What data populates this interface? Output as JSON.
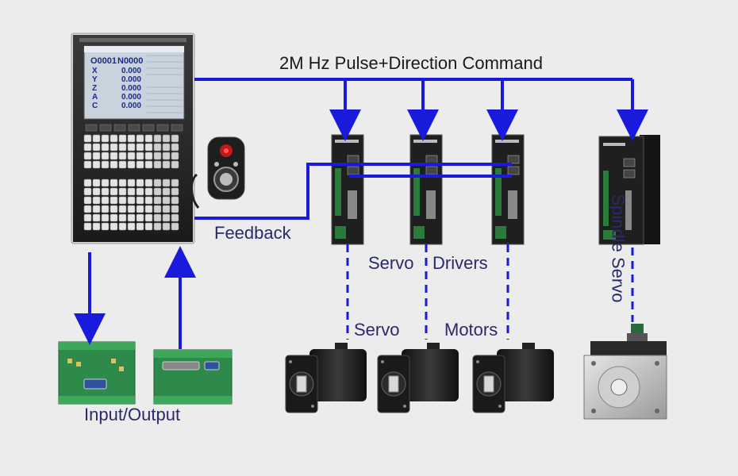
{
  "labels": {
    "command": "2M Hz Pulse+Direction Command",
    "feedback": "Feedback",
    "servo_drivers_1": "Servo",
    "servo_drivers_2": "Drivers",
    "servo_motors_1": "Servo",
    "servo_motors_2": "Motors",
    "spindle_servo": "Spindle Servo",
    "input_output": "Input/Output"
  },
  "controller_screen": {
    "program": "O0001",
    "sequence": "N0000",
    "axes": [
      {
        "axis": "X",
        "value": "0.000"
      },
      {
        "axis": "Y",
        "value": "0.000"
      },
      {
        "axis": "Z",
        "value": "0.000"
      },
      {
        "axis": "A",
        "value": "0.000"
      },
      {
        "axis": "C",
        "value": "0.000"
      }
    ]
  },
  "colors": {
    "line": "#1a1adc",
    "label": "#2a2a6a",
    "device_dark": "#1c1c1c",
    "pcb": "#2e8a4a"
  },
  "motor_count": 3,
  "driver_count": 3
}
